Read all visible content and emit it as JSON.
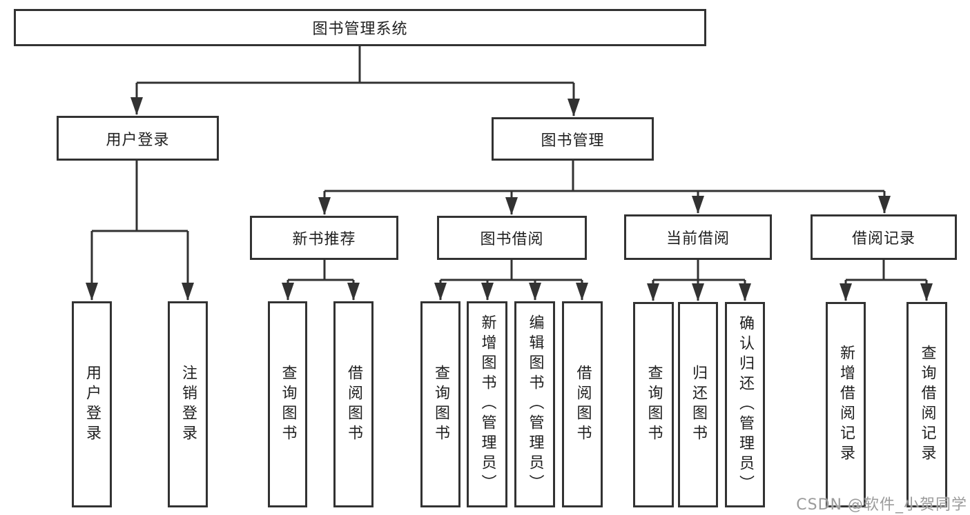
{
  "diagram_type": "hierarchy-tree",
  "colors": {
    "background": "#ffffff",
    "line": "#323232",
    "box_border": "#323232",
    "box_fill": "#ffffff",
    "text": "#1f1f1f",
    "watermark": "#9b9b9b"
  },
  "tree": {
    "label": "图书管理系统",
    "children": [
      {
        "label": "用户登录",
        "children": [
          {
            "label": "用户登录"
          },
          {
            "label": "注销登录"
          }
        ]
      },
      {
        "label": "图书管理",
        "children": [
          {
            "label": "新书推荐",
            "children": [
              {
                "label": "查询图书"
              },
              {
                "label": "借阅图书"
              }
            ]
          },
          {
            "label": "图书借阅",
            "children": [
              {
                "label": "查询图书"
              },
              {
                "label": "新增图书（管理员）"
              },
              {
                "label": "编辑图书（管理员）"
              },
              {
                "label": "借阅图书"
              }
            ]
          },
          {
            "label": "当前借阅",
            "children": [
              {
                "label": "查询图书"
              },
              {
                "label": "归还图书"
              },
              {
                "label": "确认归还（管理员）"
              }
            ]
          },
          {
            "label": "借阅记录",
            "children": [
              {
                "label": "新增借阅记录"
              },
              {
                "label": "查询借阅记录"
              }
            ]
          }
        ]
      }
    ]
  },
  "watermark": {
    "text": "CSDN @软件_小贺同学"
  }
}
